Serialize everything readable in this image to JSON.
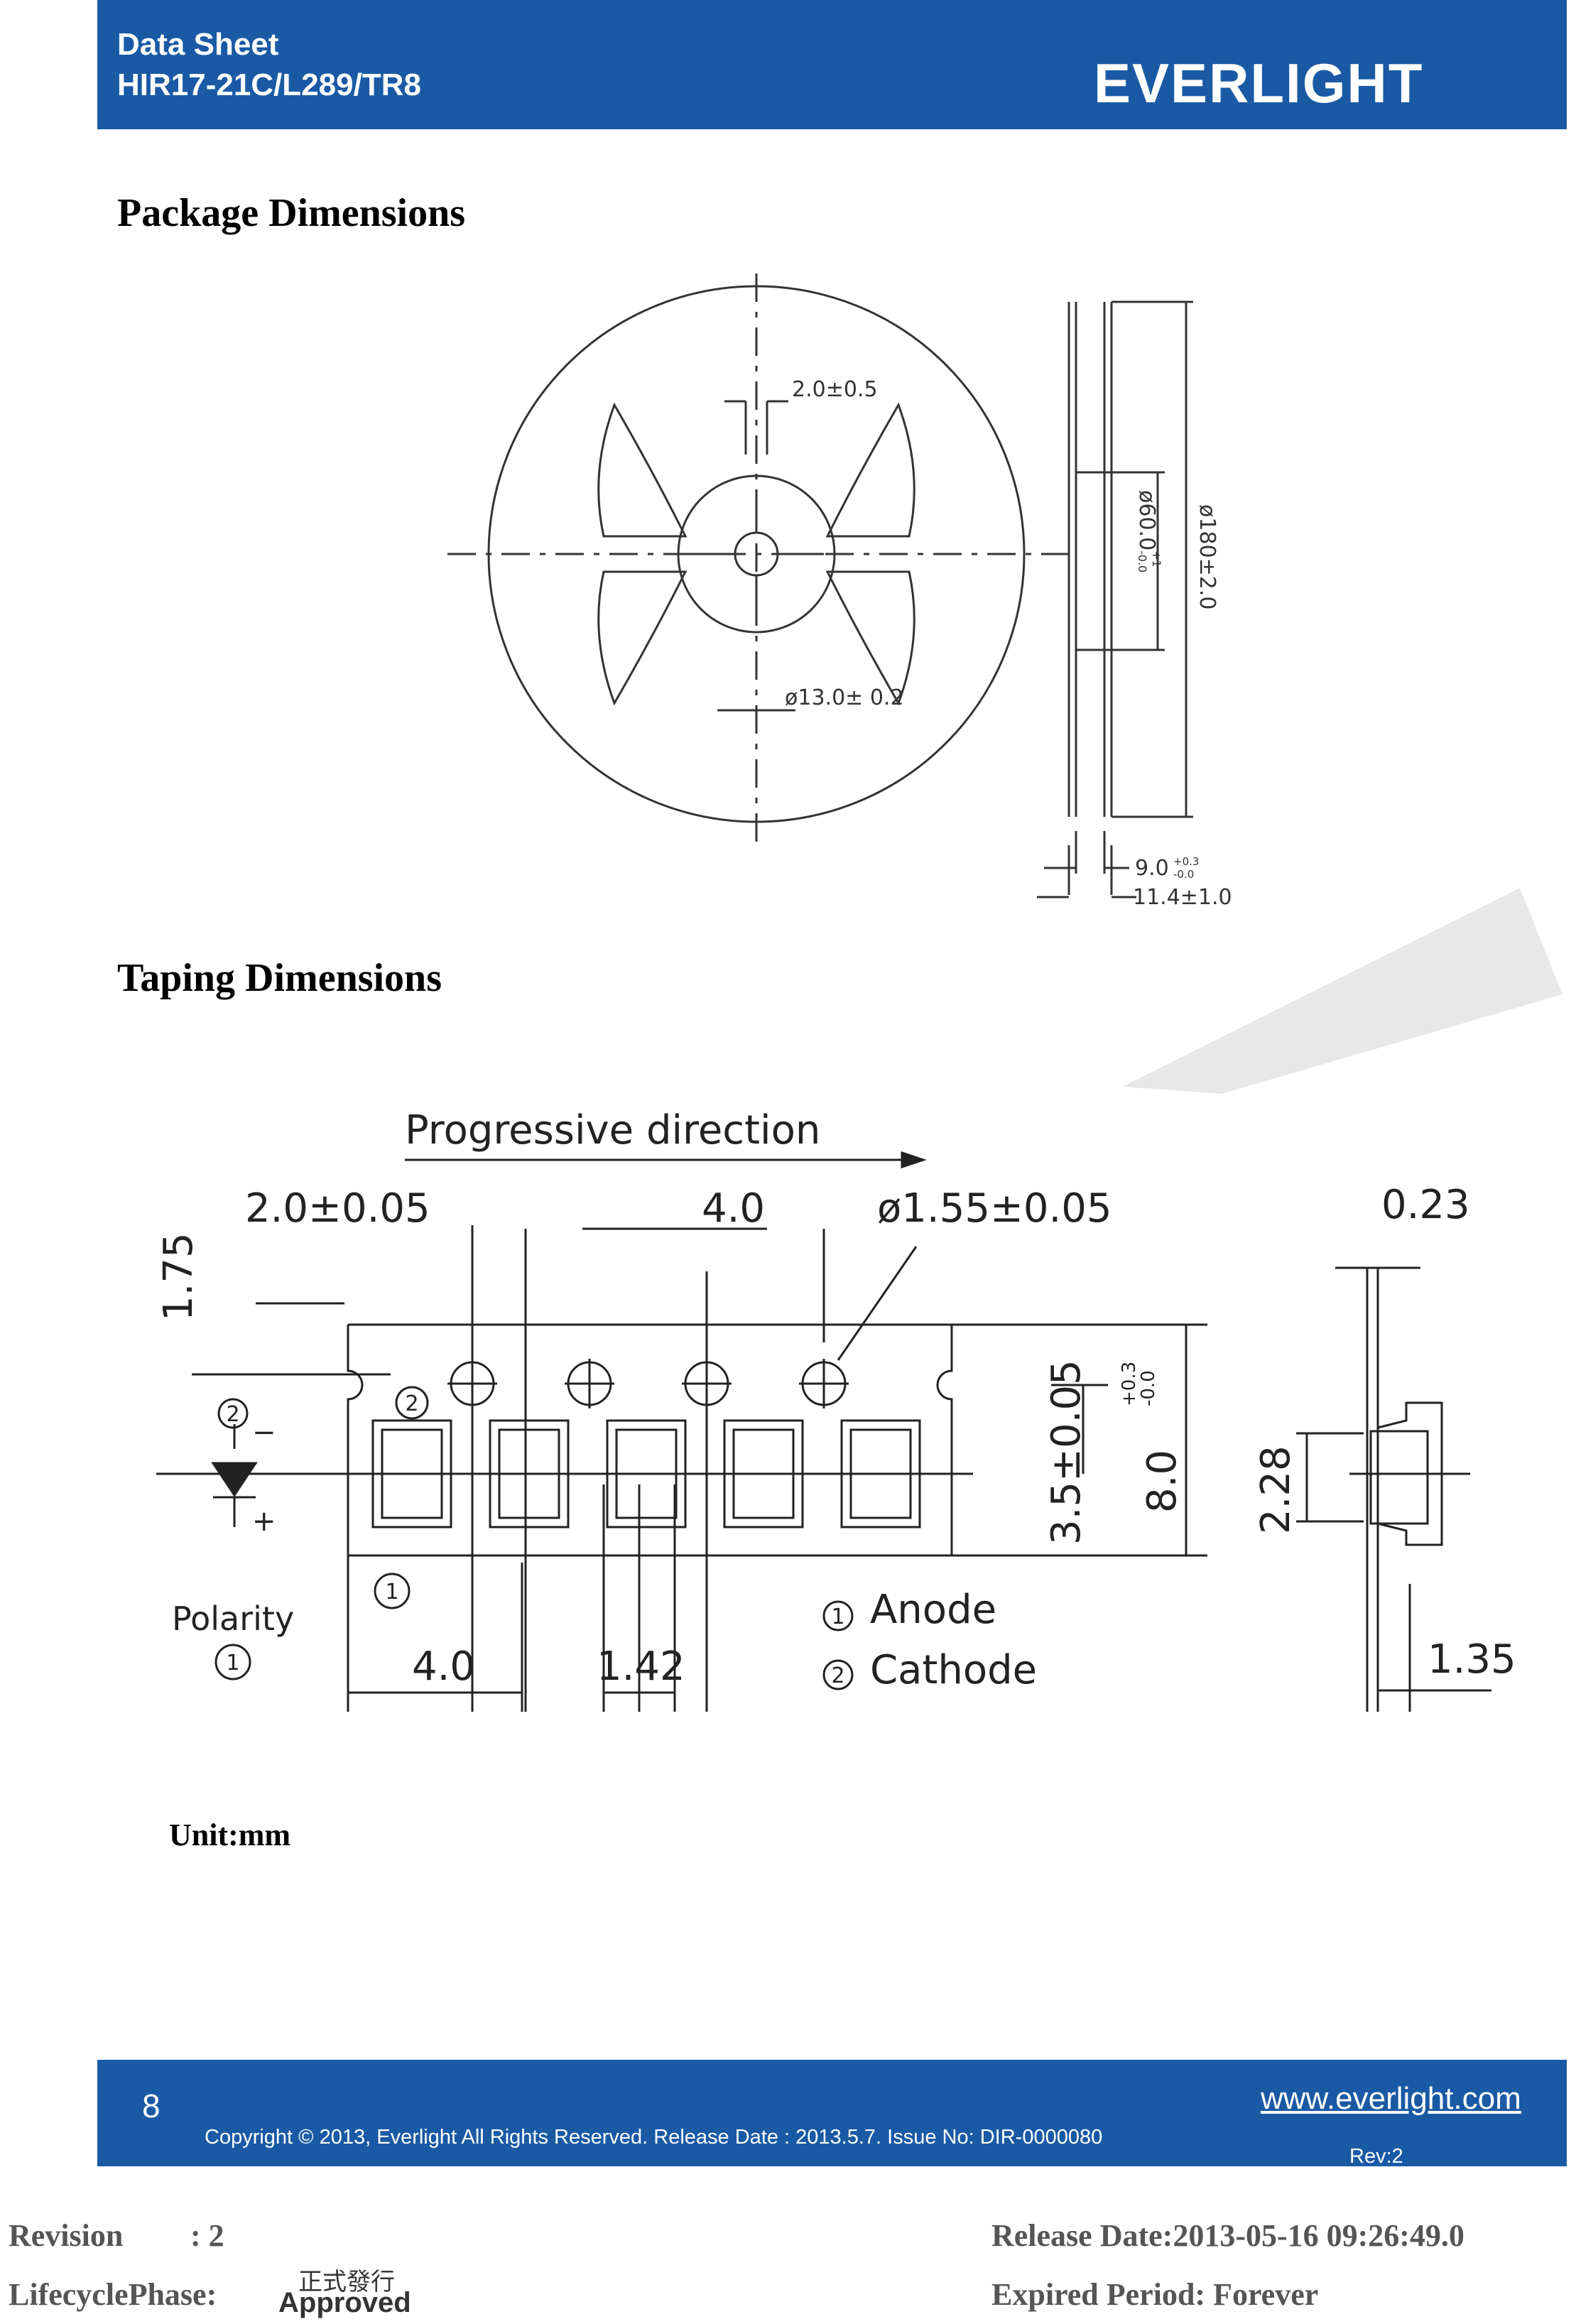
{
  "header": {
    "doc_type": "Data Sheet",
    "part_number": "HIR17-21C/L289/TR8",
    "brand": "EVERLIGHT"
  },
  "sections": {
    "package_title": "Package Dimensions",
    "taping_title": "Taping Dimensions",
    "unit_note": "Unit:mm"
  },
  "reel_drawing": {
    "hub_width": "2.0±0.5",
    "hub_diameter": "ø13.0± 0.2",
    "inner_diameter": "ø60.0",
    "inner_tol_plus": "+1",
    "inner_tol_minus": "-0.0",
    "outer_diameter": "ø180±2.0",
    "width_inner": "9.0",
    "width_inner_tol_plus": "+0.3",
    "width_inner_tol_minus": "-0.0",
    "width_outer": "11.4±1.0"
  },
  "tape_drawing": {
    "direction": "Progressive direction",
    "hole_pitch_offset": "2.0±0.05",
    "hole_pitch": "4.0",
    "hole_diameter": "ø1.55±0.05",
    "edge_offset": "1.75",
    "pocket_offset": "3.5±0.05",
    "tape_width": "8.0",
    "tape_width_tol_plus": "+0.3",
    "tape_width_tol_minus": "-0.0",
    "pocket_pitch": "4.0",
    "pocket_width": "1.42",
    "tape_thickness": "0.23",
    "pocket_depth": "2.28",
    "cover_depth": "1.35",
    "polarity_label": "Polarity",
    "marker_1": "1",
    "marker_2": "2",
    "minus_sign": "−",
    "plus_sign": "+",
    "legend_anode": "Anode",
    "legend_cathode": "Cathode"
  },
  "footer": {
    "page_number": "8",
    "copyright": "Copyright © 2013, Everlight All Rights Reserved. Release Date : 2013.5.7.    Issue No: DIR-0000080",
    "website": "www.everlight.com",
    "rev": "Rev:2"
  },
  "meta": {
    "revision_label": "Revision",
    "revision_value": ": 2",
    "release_date": "Release Date:2013-05-16 09:26:49.0",
    "lifecycle_label": "LifecyclePhase:",
    "stamp_cn": "正式發行",
    "stamp_en": "Approved",
    "expired": "Expired Period: Forever"
  }
}
